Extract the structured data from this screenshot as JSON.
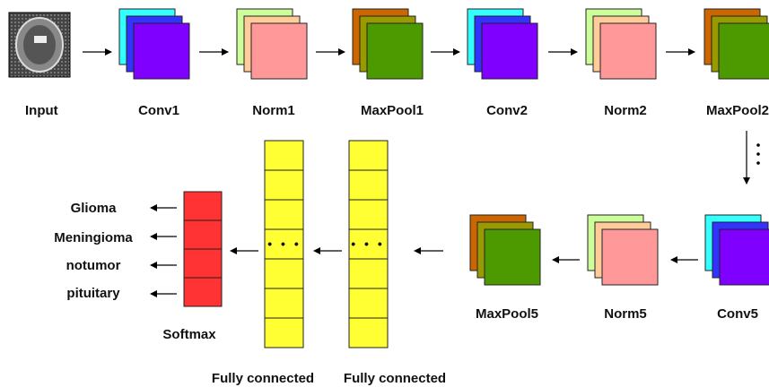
{
  "pipeline_top": [
    {
      "label": "Input",
      "kind": "image"
    },
    {
      "label": "Conv1",
      "kind": "conv"
    },
    {
      "label": "Norm1",
      "kind": "norm"
    },
    {
      "label": "MaxPool1",
      "kind": "pool"
    },
    {
      "label": "Conv2",
      "kind": "conv"
    },
    {
      "label": "Norm2",
      "kind": "norm"
    },
    {
      "label": "MaxPool2",
      "kind": "pool"
    }
  ],
  "pipeline_bottom": [
    {
      "label": "Conv5",
      "kind": "conv"
    },
    {
      "label": "Norm5",
      "kind": "norm"
    },
    {
      "label": "MaxPool5",
      "kind": "pool"
    }
  ],
  "fully_connected": [
    {
      "label": "Fully connected"
    },
    {
      "label": "Fully connected"
    }
  ],
  "fc_dots": "• • •",
  "softmax": {
    "label": "Softmax"
  },
  "classes": [
    "Glioma",
    "Meningioma",
    "notumor",
    "pituitary"
  ],
  "colors": {
    "conv": [
      "#33ffff",
      "#3333ff",
      "#7f00ff"
    ],
    "norm": [
      "#ccff99",
      "#ffcc99",
      "#ff9999"
    ],
    "pool": [
      "#cc6600",
      "#999900",
      "#4d9900"
    ],
    "fc": "#ffff33",
    "softmax": "#ff3333",
    "edge": "#222222"
  }
}
